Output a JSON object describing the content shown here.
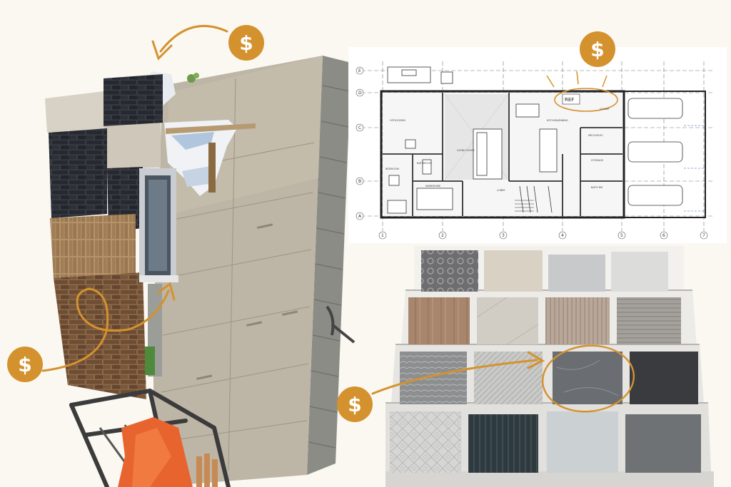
{
  "image": {
    "background_color": "#fbf8f2",
    "accent_color": "#d4922e",
    "cost_symbol": "$",
    "sections": {
      "wall_mockup": {
        "icon": "wall-section-mockup-icon"
      },
      "floor_plan": {
        "icon": "floor-plan-drawing-icon"
      },
      "tile_display": {
        "icon": "tile-sample-display-icon"
      }
    }
  },
  "floor_plan": {
    "grid_rows": [
      "E",
      "D",
      "C",
      "B",
      "A"
    ],
    "grid_cols": [
      "1",
      "2",
      "3",
      "4",
      "5",
      "6",
      "7"
    ],
    "ref_label": "REF",
    "rooms": [
      {
        "key": "office",
        "label": "OFFICE/DEN"
      },
      {
        "key": "living",
        "label": "LIVING ROOM"
      },
      {
        "key": "kitchen",
        "label": "KITCHEN/DINING"
      },
      {
        "key": "closet",
        "label": "CLOSET"
      },
      {
        "key": "bathroom",
        "label": "BATHROOM"
      },
      {
        "key": "bedroom",
        "label": "BEDROOM"
      },
      {
        "key": "wardrobe",
        "label": "WARDROBE"
      },
      {
        "key": "lobby",
        "label": "LOBBY"
      },
      {
        "key": "mech",
        "label": "MECH/ELEC"
      },
      {
        "key": "storage",
        "label": "STORAGE"
      },
      {
        "key": "bath2",
        "label": "BATH RM"
      }
    ]
  },
  "tiles": {
    "rows": [
      [
        "#6e6e70",
        "#d9d2c4",
        "#c7c9cb",
        "#dcdcda"
      ],
      [
        "#a8866e",
        "#d2cdc4",
        "#b9a89a",
        "#a4a09b"
      ],
      [
        "#8c8e90",
        "#c9c9c7",
        "#6a6d72",
        "#3a3b3e"
      ],
      [
        "#d6d6d4",
        "#2f3a3e",
        "#cbd0d2",
        "#6f7274"
      ]
    ],
    "highlighted": [
      2,
      2
    ]
  }
}
